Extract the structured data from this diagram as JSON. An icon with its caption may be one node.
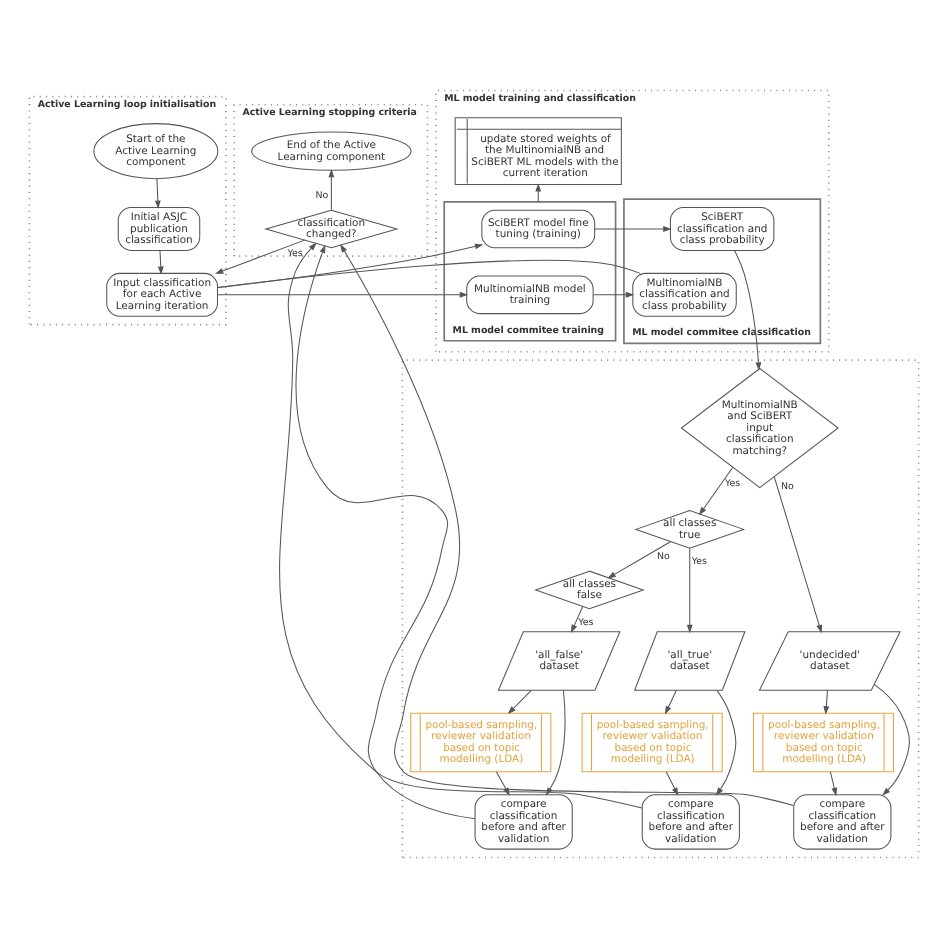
{
  "diagram": {
    "nodes": [
      {
        "text": [
          "Active Learning loop initialisation"
        ]
      },
      {
        "text": [
          "Start of the Active Learning component"
        ],
        "in": 0
      },
      {
        "text": [
          "Initial ASJC publication classification"
        ],
        "in": 0
      },
      {
        "text": [
          "Input classification for each Active Learning iteration"
        ],
        "in": 0
      },
      {
        "text": [
          "ML model training and classification"
        ]
      },
      {
        "text": [
          "update stored weights of the MultinomialNB and SciBERT ML models with the current iteration"
        ],
        "in": 4
      },
      {
        "text": [
          "ML model commitee training"
        ],
        "in": 4
      },
      {
        "text": [
          "SciBERT model fine tuning (training)"
        ],
        "in": 6
      },
      {
        "text": [
          "MultinomialNB model training"
        ],
        "in": 6
      },
      {
        "text": [
          "ML model commitee classification"
        ],
        "in": 4
      },
      {
        "text": [
          "SciBERT classification and class probability"
        ],
        "in": 9
      },
      {
        "text": [
          "MultinomialNB classification and class probability"
        ],
        "in": 9
      },
      {
        "text": [
          "Active Learning stopping criteria"
        ]
      },
      {
        "text": [
          "End of the Active Learning component"
        ],
        "in": 12
      },
      {
        "text": [
          "classification changed?"
        ],
        "in": 12
      },
      {
        "text": [],
        "shape": "box"
      },
      {
        "text": [
          "MultinomialNB and SciBERT input classification matching?"
        ],
        "in": 15
      },
      {
        "text": [
          "all classes true"
        ],
        "in": 15
      },
      {
        "text": [
          "all classes false"
        ],
        "in": 15
      },
      {
        "text": [
          "'all_true' dataset"
        ],
        "in": 15
      },
      {
        "text": [
          "'all_false' dataset"
        ],
        "in": 15
      },
      {
        "text": [
          "'undecided' dataset"
        ],
        "in": 15
      },
      {
        "text": [
          "pool-based sampling, reviewer validation based on topic modelling (LDA)"
        ],
        "in": 15
      },
      {
        "text": [
          "pool-based sampling, reviewer validation based on topic modelling (LDA)"
        ],
        "in": 15
      },
      {
        "text": [
          "pool-based sampling, reviewer validation based on topic modelling (LDA)"
        ],
        "in": 15
      },
      {
        "text": [
          "compare classification before and after validation"
        ],
        "in": 15
      },
      {
        "text": [
          "compare classification before and after validation"
        ],
        "in": 15
      },
      {
        "text": [
          "compare classification before and after validation"
        ],
        "in": 15
      }
    ],
    "edges": [
      {
        "from": 1,
        "to": 2,
        "arrow": "to"
      },
      {
        "from": 2,
        "to": 3,
        "arrow": "to"
      },
      {
        "from": 3,
        "to": 7,
        "arrow": "to"
      },
      {
        "from": 3,
        "to": 8,
        "arrow": "to"
      },
      {
        "from": 6,
        "to": 5,
        "arrow": "to"
      },
      {
        "from": 7,
        "to": 10,
        "arrow": "to"
      },
      {
        "from": 8,
        "to": 11,
        "arrow": "to"
      },
      {
        "from": 14,
        "to": 13,
        "label": "No",
        "arrow": "to"
      },
      {
        "from": 11,
        "to": 3,
        "arrow": "none"
      },
      {
        "from": 14,
        "to": 3,
        "label": "Yes",
        "arrow": "to"
      },
      {
        "from": 10,
        "to": 16,
        "arrow": "to"
      },
      {
        "from": 16,
        "to": 17,
        "label": "Yes",
        "arrow": "to"
      },
      {
        "from": 16,
        "to": 21,
        "label": "No",
        "arrow": "to"
      },
      {
        "from": 17,
        "to": 19,
        "label": "Yes",
        "arrow": "to"
      },
      {
        "from": 17,
        "to": 18,
        "label": "No",
        "arrow": "to"
      },
      {
        "from": 18,
        "to": 20,
        "label": "Yes",
        "arrow": "to"
      },
      {
        "from": 19,
        "to": 22,
        "arrow": "to"
      },
      {
        "from": 20,
        "to": 23,
        "arrow": "to"
      },
      {
        "from": 21,
        "to": 24,
        "arrow": "to"
      },
      {
        "from": 22,
        "to": 25,
        "arrow": "to"
      },
      {
        "from": 23,
        "to": 26,
        "arrow": "to"
      },
      {
        "from": 24,
        "to": 27,
        "arrow": "to"
      },
      {
        "from": 19,
        "to": 25,
        "arrow": "to"
      },
      {
        "from": 20,
        "to": 26,
        "arrow": "to"
      },
      {
        "from": 21,
        "to": 27,
        "arrow": "to"
      },
      {
        "from": 25,
        "to": 14,
        "arrow": "to"
      },
      {
        "from": 26,
        "to": 14,
        "arrow": "to"
      },
      {
        "from": 27,
        "to": 14,
        "arrow": "to"
      }
    ]
  }
}
